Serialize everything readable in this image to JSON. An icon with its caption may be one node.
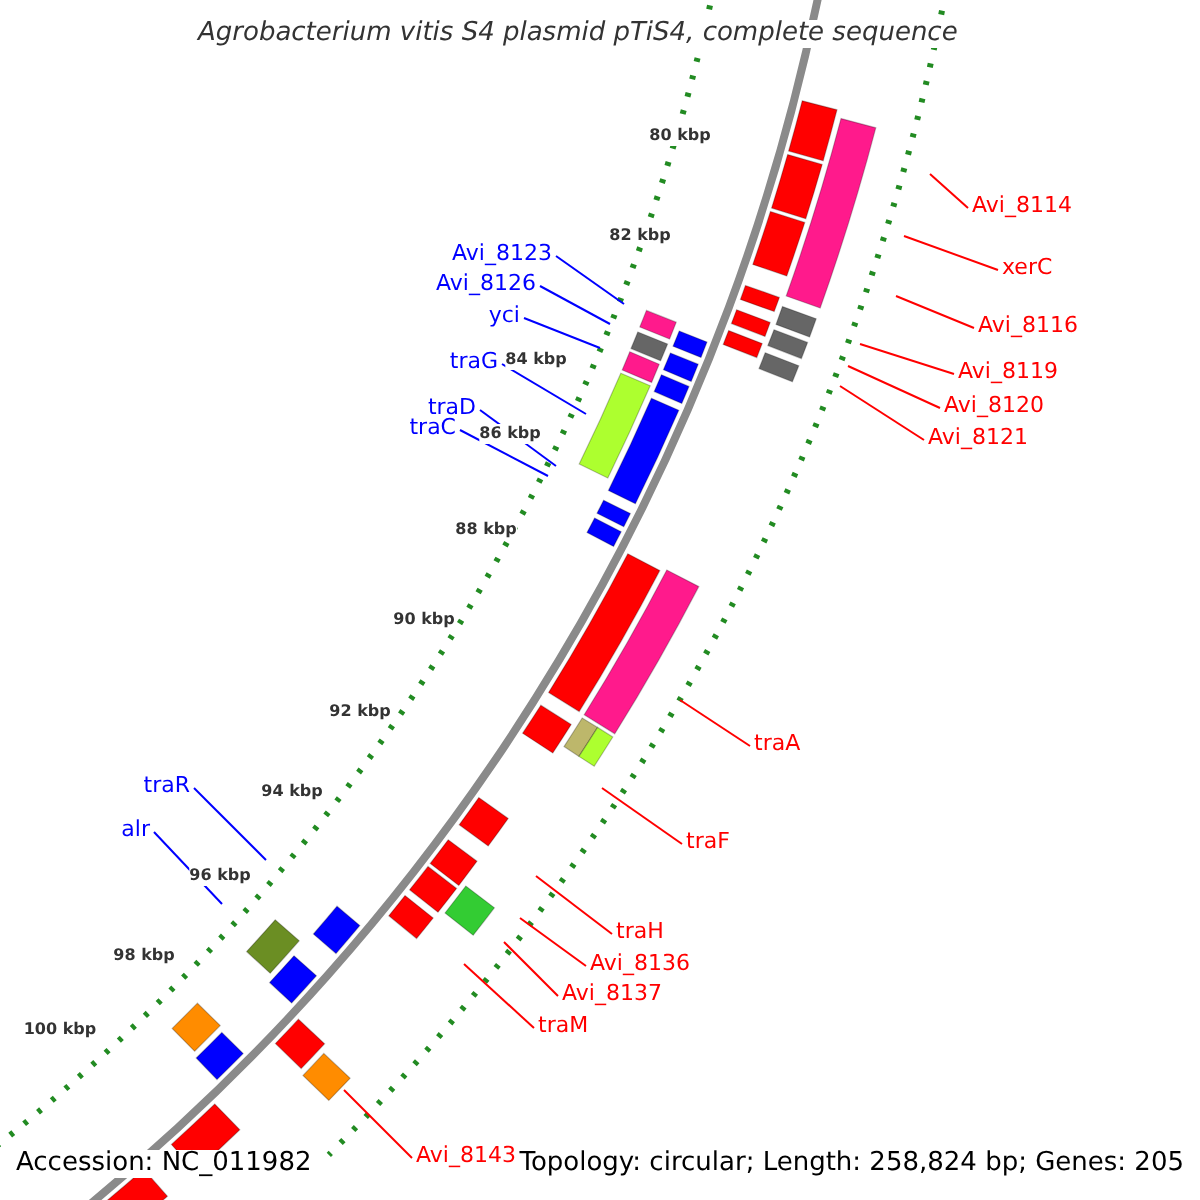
{
  "diagram": {
    "title": "Agrobacterium vitis S4 plasmid pTiS4, complete sequence",
    "nodes": [
      {
        "text": [
          "Avi_8123"
        ]
      },
      {
        "text": [
          "Avi_8126"
        ]
      },
      {
        "text": [
          "yci"
        ]
      },
      {
        "text": [
          "traG"
        ]
      },
      {
        "text": [
          "traD"
        ]
      },
      {
        "text": [
          "traC"
        ]
      },
      {
        "text": [
          "Avi_8114"
        ]
      },
      {
        "text": [
          "xerC"
        ]
      },
      {
        "text": [
          "Avi_8116"
        ]
      },
      {
        "text": [
          "Avi_8119"
        ]
      },
      {
        "text": [
          "Avi_8120"
        ]
      },
      {
        "text": [
          "Avi_8121"
        ]
      },
      {
        "text": [
          "traA"
        ]
      },
      {
        "text": [
          "traF"
        ]
      },
      {
        "text": [
          "traR"
        ]
      },
      {
        "text": [
          "alr"
        ]
      },
      {
        "text": [
          "traH"
        ]
      },
      {
        "text": [
          "Avi_8136"
        ]
      },
      {
        "text": [
          "Avi_8137"
        ]
      },
      {
        "text": [
          "traM"
        ]
      },
      {
        "text": [
          "Avi_8143"
        ]
      }
    ],
    "edges": [
      {
        "from": 0,
        "to": null,
        "arrow": "none",
        "color": "#0000ff"
      },
      {
        "from": 1,
        "to": null,
        "arrow": "none",
        "color": "#0000ff"
      },
      {
        "from": 2,
        "to": null,
        "arrow": "none",
        "color": "#0000ff"
      },
      {
        "from": 3,
        "to": null,
        "arrow": "none",
        "color": "#0000ff"
      },
      {
        "from": 4,
        "to": null,
        "arrow": "none",
        "color": "#0000ff"
      },
      {
        "from": 5,
        "to": null,
        "arrow": "none",
        "color": "#0000ff"
      },
      {
        "from": 6,
        "to": null,
        "arrow": "none"
      },
      {
        "from": 7,
        "to": null,
        "arrow": "none"
      },
      {
        "from": 8,
        "to": null,
        "arrow": "none"
      },
      {
        "from": 9,
        "to": null,
        "arrow": "none"
      },
      {
        "from": 10,
        "to": null,
        "arrow": "none"
      },
      {
        "from": 11,
        "to": null,
        "arrow": "none"
      },
      {
        "from": 12,
        "to": null,
        "arrow": "none"
      },
      {
        "from": 13,
        "to": null,
        "arrow": "none"
      },
      {
        "from": 14,
        "to": null,
        "arrow": "none",
        "color": "#0000ff"
      },
      {
        "from": 15,
        "to": null,
        "arrow": "none",
        "color": "#0000ff"
      },
      {
        "from": 16,
        "to": null,
        "arrow": "none"
      },
      {
        "from": 17,
        "to": null,
        "arrow": "none"
      },
      {
        "from": 18,
        "to": null,
        "arrow": "none"
      },
      {
        "from": 19,
        "to": null,
        "arrow": "none"
      },
      {
        "from": 20,
        "to": null,
        "arrow": "none"
      }
    ],
    "labels": [
      "80 kbp",
      "82 kbp",
      "84 kbp",
      "86 kbp",
      "88 kbp",
      "90 kbp",
      "92 kbp",
      "94 kbp",
      "96 kbp",
      "98 kbp",
      "100 kbp",
      "Accession: NC_011982",
      "Topology: circular; Length: 258,824 bp; Genes: 205"
    ]
  }
}
